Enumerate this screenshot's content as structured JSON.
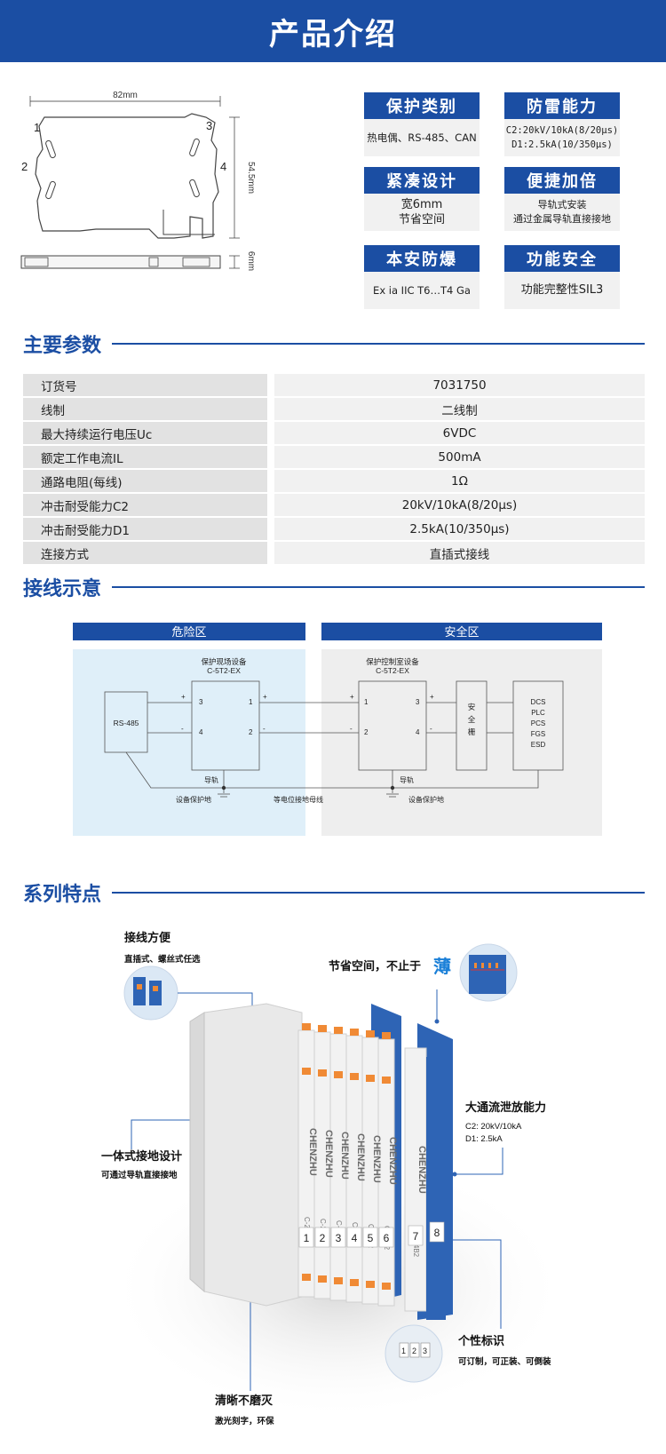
{
  "header": {
    "title": "产品介绍"
  },
  "drawing": {
    "width_label": "82mm",
    "height_label": "54.5mm",
    "thickness_label": "6mm",
    "terminals": [
      "1",
      "2",
      "3",
      "4"
    ]
  },
  "features": [
    {
      "title": "保护类别",
      "lines": [
        "热电偶、RS-485、CAN"
      ]
    },
    {
      "title": "防雷能力",
      "lines": [
        "C2:20kV/10kA(8/20μs)",
        "D1:2.5kA(10/350μs)"
      ]
    },
    {
      "title": "紧凑设计",
      "lines": [
        "宽6mm",
        "节省空间"
      ]
    },
    {
      "title": "便捷加倍",
      "lines": [
        "导轨式安装",
        "通过金属导轨直接接地"
      ]
    },
    {
      "title": "本安防爆",
      "lines": [
        "Ex ia IIC T6…T4 Ga"
      ]
    },
    {
      "title": "功能安全",
      "lines": [
        "功能完整性SIL3"
      ]
    }
  ],
  "sections": {
    "params": "主要参数",
    "wiring": "接线示意",
    "series": "系列特点"
  },
  "params": [
    {
      "k": "订货号",
      "v": "7031750"
    },
    {
      "k": "线制",
      "v": "二线制"
    },
    {
      "k": "最大持续运行电压Uc",
      "v": "6VDC"
    },
    {
      "k": "额定工作电流IL",
      "v": "500mA"
    },
    {
      "k": "通路电阻(每线)",
      "v": "1Ω"
    },
    {
      "k": "冲击耐受能力C2",
      "v": "20kV/10kA(8/20μs)"
    },
    {
      "k": "冲击耐受能力D1",
      "v": "2.5kA(10/350μs)"
    },
    {
      "k": "连接方式",
      "v": "直插式接线"
    }
  ],
  "wiring": {
    "zone_danger": "危险区",
    "zone_safe": "安全区",
    "field_title": "保护现场设备",
    "field_model": "C-5T2-EX",
    "ctrl_title": "保护控制室设备",
    "ctrl_model": "C-5T2-EX",
    "rs485": "RS-485",
    "barrier": [
      "安",
      "全",
      "栅"
    ],
    "dcs": [
      "DCS",
      "PLC",
      "PCS",
      "FGS",
      "ESD"
    ],
    "rail": "导轨",
    "ground1": "设备保护地",
    "ground2": "等电位接地母线",
    "ground3": "设备保护地",
    "plus": "+",
    "minus": "-",
    "pins": [
      "1",
      "2",
      "3",
      "4"
    ]
  },
  "series_features": {
    "wiring_title": "接线方便",
    "wiring_desc": "直插式、螺丝式任选",
    "space_title": "节省空间，不止于",
    "space_accent": "薄",
    "ground_title": "一体式接地设计",
    "ground_desc": "可通过导轨直接接地",
    "discharge_title": "大通流泄放能力",
    "discharge_c2": "C2:  20kV/10kA",
    "discharge_d1": "D1:  2.5kA",
    "label_title": "个性标识",
    "label_desc": "可订制，可正装、可倒装",
    "laser_title": "清晰不磨灭",
    "laser_desc": "激光刻字，环保",
    "brand": "CHENZHU",
    "model": "C-24B2",
    "labels": [
      "1",
      "2",
      "3",
      "4",
      "5",
      "6",
      "7",
      "8"
    ]
  },
  "colors": {
    "brand_blue": "#1b4ea3",
    "light_gray": "#f1f1f1",
    "dark_gray": "#e2e2e2"
  }
}
